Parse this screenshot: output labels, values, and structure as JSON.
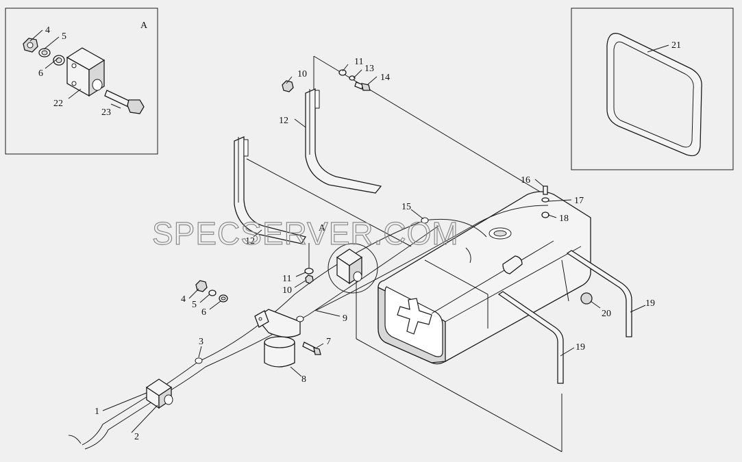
{
  "insets": {
    "detail_a": {
      "label": "A"
    },
    "seal": {}
  },
  "main_view_label": "A",
  "watermark": "SPECSERVER.COM",
  "callouts": {
    "inset_4": "4",
    "inset_5": "5",
    "inset_6": "6",
    "inset_22": "22",
    "inset_23": "23",
    "p10_top": "10",
    "p11_top": "11",
    "p13": "13",
    "p14": "14",
    "p12_top": "12",
    "p12_left": "12",
    "p16": "16",
    "p17": "17",
    "p18": "18",
    "p15": "15",
    "p21": "21",
    "p11_mid": "11",
    "p10_mid": "10",
    "p4": "4",
    "p5": "5",
    "p6": "6",
    "p3": "3",
    "p7": "7",
    "p8": "8",
    "p9": "9",
    "p1": "1",
    "p2": "2",
    "p19_right": "19",
    "p19_mid": "19",
    "p20": "20"
  }
}
